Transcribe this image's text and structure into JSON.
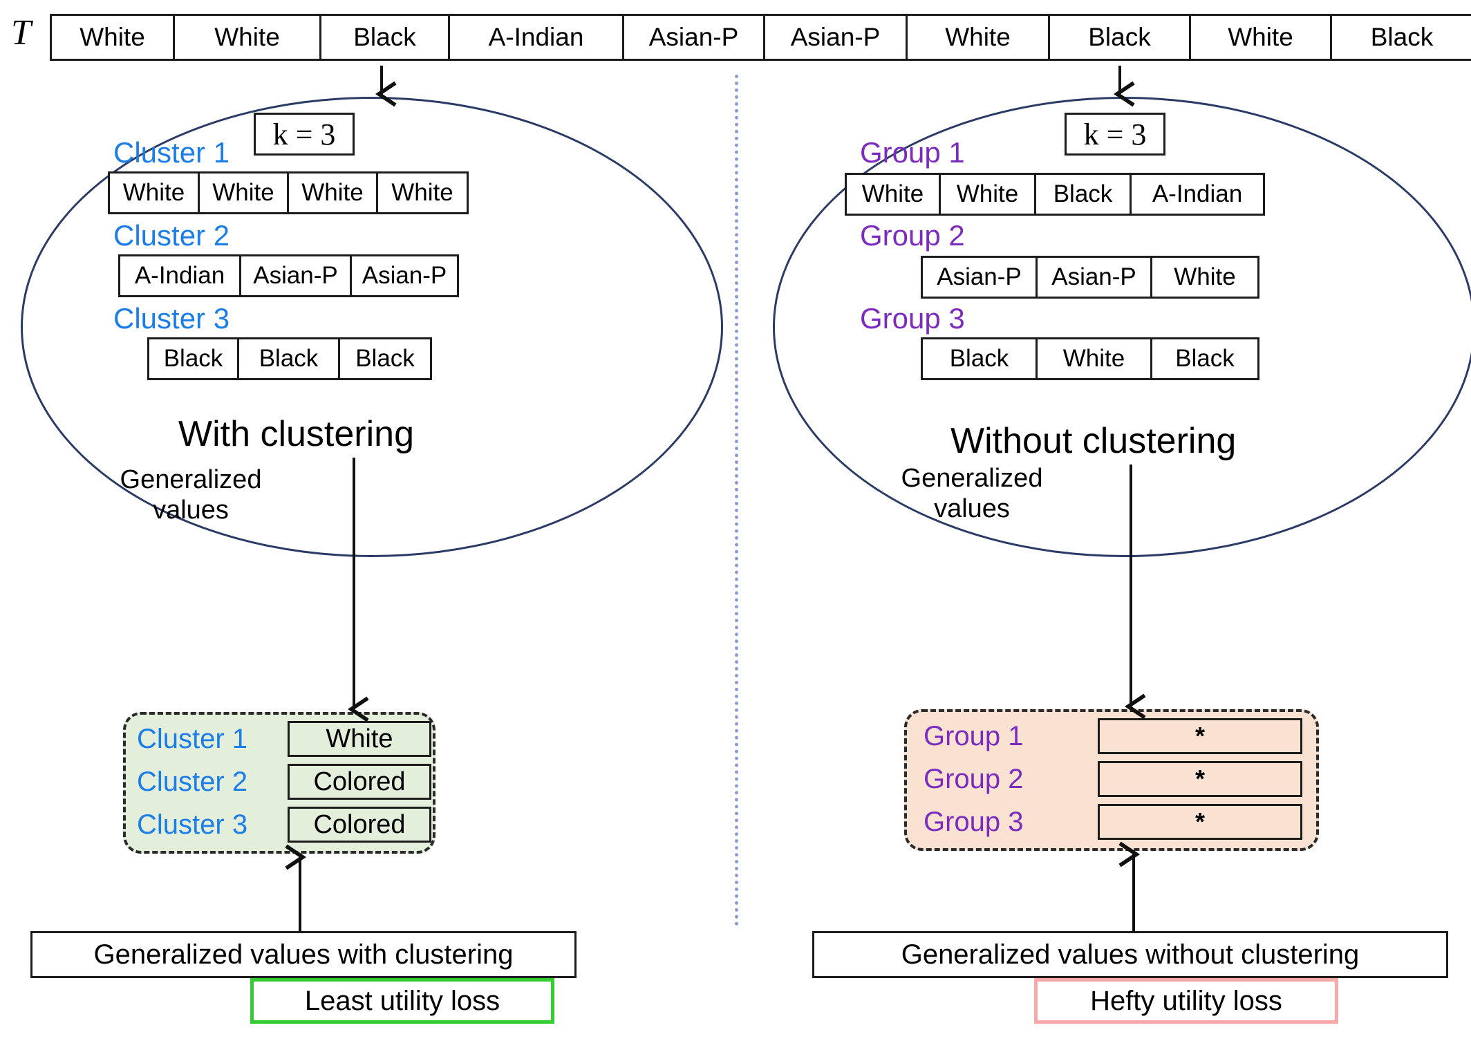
{
  "table": {
    "label": "T",
    "cells": [
      "White",
      "White",
      "Black",
      "A-Indian",
      "Asian-P",
      "Asian-P",
      "White",
      "Black",
      "White",
      "Black"
    ]
  },
  "left": {
    "k_label": "k = 3",
    "caption": "With clustering",
    "generalized_values_label": "Generalized\nvalues",
    "groups": [
      {
        "name": "Cluster 1",
        "values": [
          "White",
          "White",
          "White",
          "White"
        ]
      },
      {
        "name": "Cluster 2",
        "values": [
          "A-Indian",
          "Asian-P",
          "Asian-P"
        ]
      },
      {
        "name": "Cluster 3",
        "values": [
          "Black",
          "Black",
          "Black"
        ]
      }
    ],
    "results": [
      {
        "name": "Cluster 1",
        "value": "White"
      },
      {
        "name": "Cluster 2",
        "value": "Colored"
      },
      {
        "name": "Cluster 3",
        "value": "Colored"
      }
    ],
    "summary": "Generalized values with clustering",
    "loss": "Least utility loss",
    "label_color": "#1a7de8",
    "panel_color": "#e3efdb",
    "loss_border_color": "#33cc33"
  },
  "right": {
    "k_label": "k = 3",
    "caption": "Without clustering",
    "generalized_values_label": "Generalized\nvalues",
    "groups": [
      {
        "name": "Group 1",
        "values": [
          "White",
          "White",
          "Black",
          "A-Indian"
        ]
      },
      {
        "name": "Group 2",
        "values": [
          "Asian-P",
          "Asian-P",
          "White"
        ]
      },
      {
        "name": "Group 3",
        "values": [
          "Black",
          "White",
          "Black"
        ]
      }
    ],
    "results": [
      {
        "name": "Group 1",
        "value": "*"
      },
      {
        "name": "Group 2",
        "value": "*"
      },
      {
        "name": "Group 3",
        "value": "*"
      }
    ],
    "summary": "Generalized values without clustering",
    "loss": "Hefty utility loss",
    "label_color": "#7b2bbd",
    "panel_color": "#fae2d2",
    "loss_border_color": "#f7a8a8"
  },
  "divider_color": "#8b9ad8",
  "ellipse_color": "#2b3b66",
  "gen_values_line1": "Generalized",
  "gen_values_line2": "values"
}
